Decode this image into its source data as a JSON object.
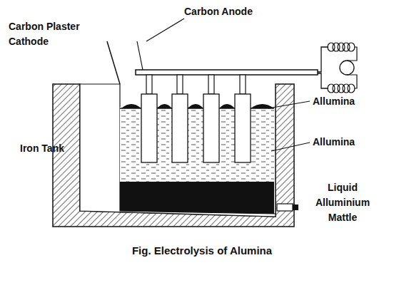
{
  "diagram": {
    "caption": "Fig. Electrolysis of Alumina",
    "labels": [
      "Carbon Anode",
      "Carbon Plaster Cathode",
      "Iron Tank",
      "Allumina",
      "Allumina",
      "Liquid Alluminium Mattle"
    ]
  }
}
